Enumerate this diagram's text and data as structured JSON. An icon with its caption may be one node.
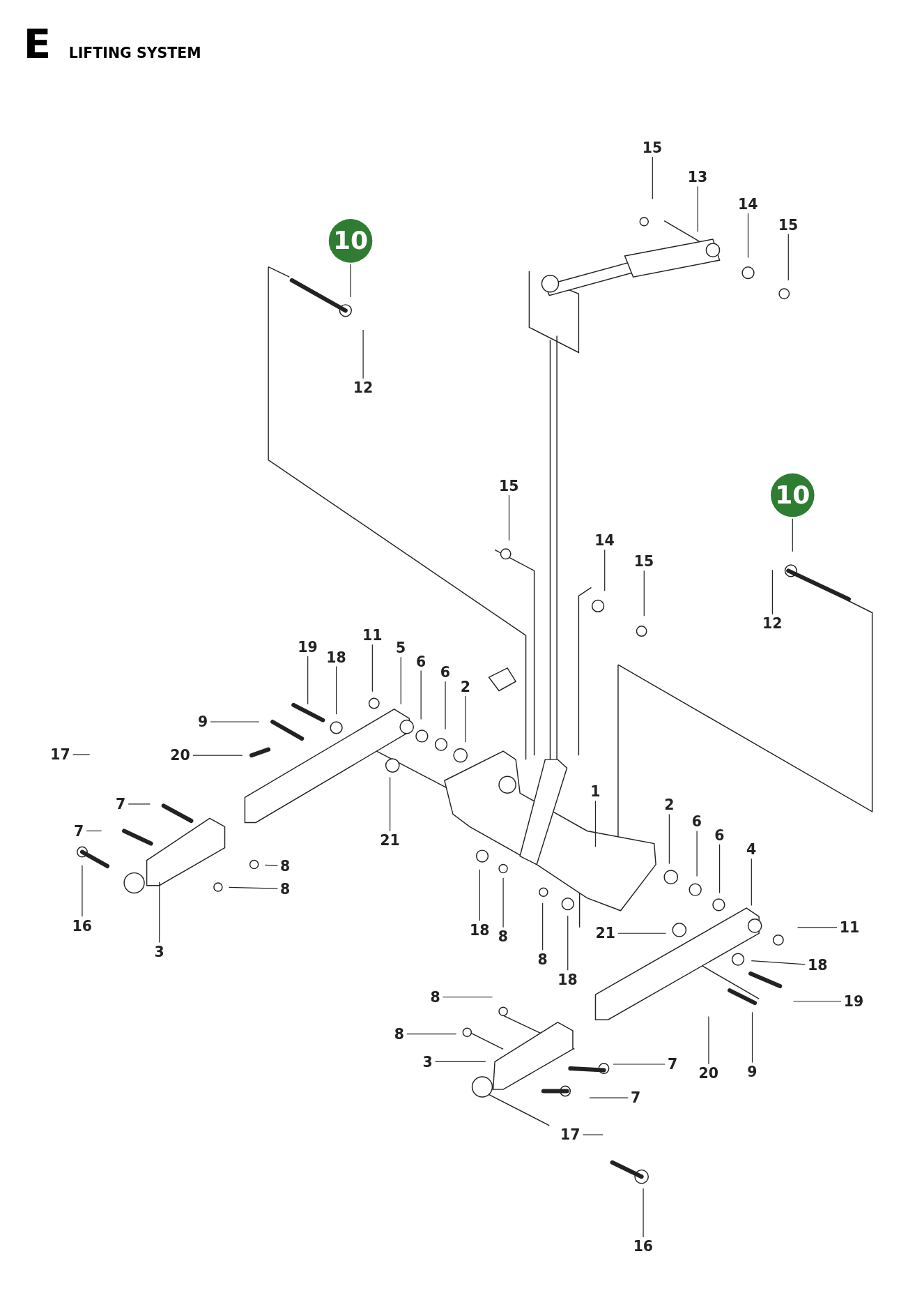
{
  "diagram": {
    "title": "LIFTING SYSTEM",
    "nodes": [
      {
        "text": [
          "15"
        ]
      },
      {
        "text": [
          "13"
        ]
      },
      {
        "text": [
          "14"
        ]
      },
      {
        "text": [
          "15"
        ]
      },
      {
        "text": [
          "10"
        ]
      },
      {
        "text": [
          "12"
        ]
      },
      {
        "text": [
          "15"
        ]
      },
      {
        "text": [
          "10"
        ]
      },
      {
        "text": [
          "14"
        ]
      },
      {
        "text": [
          "15"
        ]
      },
      {
        "text": [
          "12"
        ]
      },
      {
        "text": [
          "19"
        ]
      },
      {
        "text": [
          "18"
        ]
      },
      {
        "text": [
          "11"
        ]
      },
      {
        "text": [
          "5"
        ]
      },
      {
        "text": [
          "6"
        ]
      },
      {
        "text": [
          "6"
        ]
      },
      {
        "text": [
          "2"
        ]
      },
      {
        "text": [
          "9"
        ]
      },
      {
        "text": [
          "17"
        ]
      },
      {
        "text": [
          "20"
        ]
      },
      {
        "text": [
          "21"
        ]
      },
      {
        "text": [
          "7"
        ]
      },
      {
        "text": [
          "7"
        ]
      },
      {
        "text": [
          "8"
        ]
      },
      {
        "text": [
          "8"
        ]
      },
      {
        "text": [
          "16"
        ]
      },
      {
        "text": [
          "3"
        ]
      },
      {
        "text": [
          "1"
        ]
      },
      {
        "text": [
          "2"
        ]
      },
      {
        "text": [
          "6"
        ]
      },
      {
        "text": [
          "6"
        ]
      },
      {
        "text": [
          "4"
        ]
      },
      {
        "text": [
          "18"
        ]
      },
      {
        "text": [
          "8"
        ]
      },
      {
        "text": [
          "8"
        ]
      },
      {
        "text": [
          "18"
        ]
      },
      {
        "text": [
          "21"
        ]
      },
      {
        "text": [
          "11"
        ]
      },
      {
        "text": [
          "18"
        ]
      },
      {
        "text": [
          "19"
        ]
      },
      {
        "text": [
          "20"
        ]
      },
      {
        "text": [
          "9"
        ]
      },
      {
        "text": [
          "8"
        ]
      },
      {
        "text": [
          "8"
        ]
      },
      {
        "text": [
          "3"
        ]
      },
      {
        "text": [
          "7"
        ]
      },
      {
        "text": [
          "7"
        ]
      },
      {
        "text": [
          "17"
        ]
      },
      {
        "text": [
          "16"
        ]
      }
    ],
    "edges": [
      {
        "from": 0,
        "to": null,
        "arrow": "none"
      },
      {
        "from": 1,
        "to": null,
        "arrow": "none"
      },
      {
        "from": 2,
        "to": null,
        "arrow": "none"
      },
      {
        "from": 3,
        "to": null,
        "arrow": "none"
      },
      {
        "from": 4,
        "to": null,
        "arrow": "none"
      },
      {
        "from": 5,
        "to": null,
        "arrow": "none"
      },
      {
        "from": 6,
        "to": null,
        "arrow": "none"
      },
      {
        "from": 7,
        "to": null,
        "arrow": "none"
      },
      {
        "from": 8,
        "to": null,
        "arrow": "none"
      },
      {
        "from": 9,
        "to": null,
        "arrow": "none"
      },
      {
        "from": 10,
        "to": null,
        "arrow": "none"
      },
      {
        "from": 11,
        "to": null,
        "arrow": "none"
      },
      {
        "from": 12,
        "to": null,
        "arrow": "none"
      },
      {
        "from": 13,
        "to": null,
        "arrow": "none"
      },
      {
        "from": 14,
        "to": null,
        "arrow": "none"
      },
      {
        "from": 15,
        "to": null,
        "arrow": "none"
      },
      {
        "from": 16,
        "to": null,
        "arrow": "none"
      },
      {
        "from": 17,
        "to": null,
        "arrow": "none"
      },
      {
        "from": 18,
        "to": null,
        "arrow": "none"
      },
      {
        "from": 19,
        "to": null,
        "arrow": "none"
      },
      {
        "from": 20,
        "to": null,
        "arrow": "none"
      },
      {
        "from": 21,
        "to": null,
        "arrow": "none"
      },
      {
        "from": 22,
        "to": null,
        "arrow": "none"
      },
      {
        "from": 23,
        "to": null,
        "arrow": "none"
      },
      {
        "from": 24,
        "to": null,
        "arrow": "none"
      },
      {
        "from": 25,
        "to": null,
        "arrow": "none"
      },
      {
        "from": 26,
        "to": null,
        "arrow": "none"
      },
      {
        "from": 27,
        "to": null,
        "arrow": "none"
      },
      {
        "from": 28,
        "to": null,
        "arrow": "none"
      },
      {
        "from": 29,
        "to": null,
        "arrow": "none"
      },
      {
        "from": 30,
        "to": null,
        "arrow": "none"
      },
      {
        "from": 31,
        "to": null,
        "arrow": "none"
      },
      {
        "from": 32,
        "to": null,
        "arrow": "none"
      },
      {
        "from": 33,
        "to": null,
        "arrow": "none"
      },
      {
        "from": 34,
        "to": null,
        "arrow": "none"
      },
      {
        "from": 35,
        "to": null,
        "arrow": "none"
      },
      {
        "from": 36,
        "to": null,
        "arrow": "none"
      },
      {
        "from": 37,
        "to": null,
        "arrow": "none"
      },
      {
        "from": 38,
        "to": null,
        "arrow": "none"
      },
      {
        "from": 39,
        "to": null,
        "arrow": "none"
      },
      {
        "from": 40,
        "to": null,
        "arrow": "none"
      },
      {
        "from": 41,
        "to": null,
        "arrow": "none"
      },
      {
        "from": 42,
        "to": null,
        "arrow": "none"
      },
      {
        "from": 43,
        "to": null,
        "arrow": "none"
      },
      {
        "from": 44,
        "to": null,
        "arrow": "none"
      },
      {
        "from": 45,
        "to": null,
        "arrow": "none"
      },
      {
        "from": 46,
        "to": null,
        "arrow": "none"
      },
      {
        "from": 47,
        "to": null,
        "arrow": "none"
      },
      {
        "from": 48,
        "to": null,
        "arrow": "none"
      },
      {
        "from": 49,
        "to": null,
        "arrow": "none"
      }
    ],
    "labels": [
      "E"
    ]
  }
}
